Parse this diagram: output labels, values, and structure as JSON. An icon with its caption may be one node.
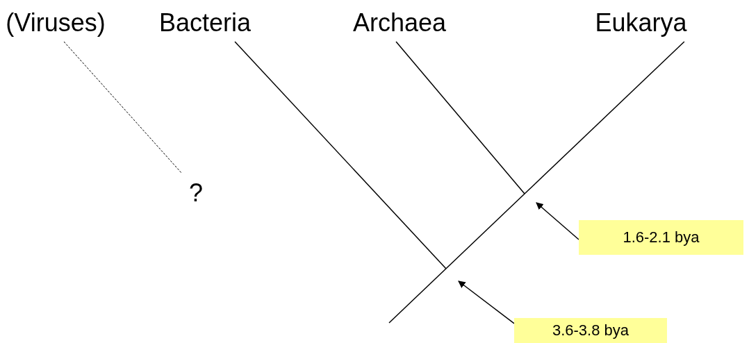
{
  "diagram": {
    "nodes": [
      {
        "text": [
          "(Viruses)"
        ]
      },
      {
        "text": [
          "Bacteria"
        ]
      },
      {
        "text": [
          "Archaea"
        ]
      },
      {
        "text": [
          "Eukarya"
        ]
      },
      {
        "text": [
          "?"
        ]
      },
      {
        "text": [
          "1.6-2.1 bya"
        ]
      },
      {
        "text": [
          "3.6-3.8 bya"
        ]
      }
    ],
    "edges": [
      {
        "from": 0,
        "to": 4,
        "arrow": "none",
        "style": "dashed"
      },
      {
        "from": 1,
        "to": null,
        "arrow": "none"
      },
      {
        "from": 2,
        "to": null,
        "arrow": "none"
      },
      {
        "from": 3,
        "to": null,
        "arrow": "none"
      },
      {
        "from": 5,
        "to": null,
        "arrow": "to"
      },
      {
        "from": 6,
        "to": null,
        "arrow": "to"
      }
    ]
  }
}
